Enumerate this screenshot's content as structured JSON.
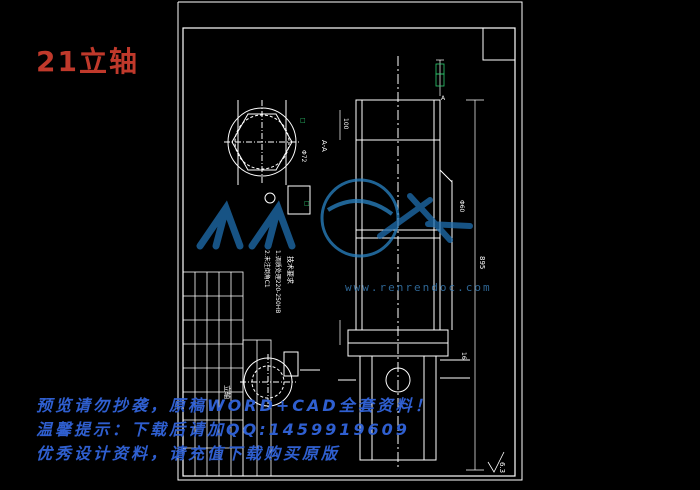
{
  "title": "21立轴",
  "watermark": {
    "url": "www.renrendoc.com"
  },
  "notice": {
    "line1": "预览请勿抄袭，原稿WORD+CAD全套资料！",
    "line2": "温馨提示：下载后请加QQ:1459919609",
    "line3": "优秀设计资料，请充值下载购买原版"
  },
  "drawing": {
    "section_label": "A-A",
    "datum_a": "A",
    "roughness": "6.3",
    "tech_req_title": "技术要求",
    "tech_req_1": "1.调质处理220-250HB",
    "tech_req_2": "2.未注倒角C1",
    "table_name": "立轴",
    "dim_total": "895",
    "dim_dia": "Φ60",
    "dim_dia2": "Φ72",
    "dim_len": "16",
    "dim_mid": "100"
  },
  "colors": {
    "line": "#ffffff",
    "accent": "#2ecc71",
    "title": "#c0392b",
    "notice": "#2f5fd0",
    "watermark": "#3a7fb8"
  }
}
